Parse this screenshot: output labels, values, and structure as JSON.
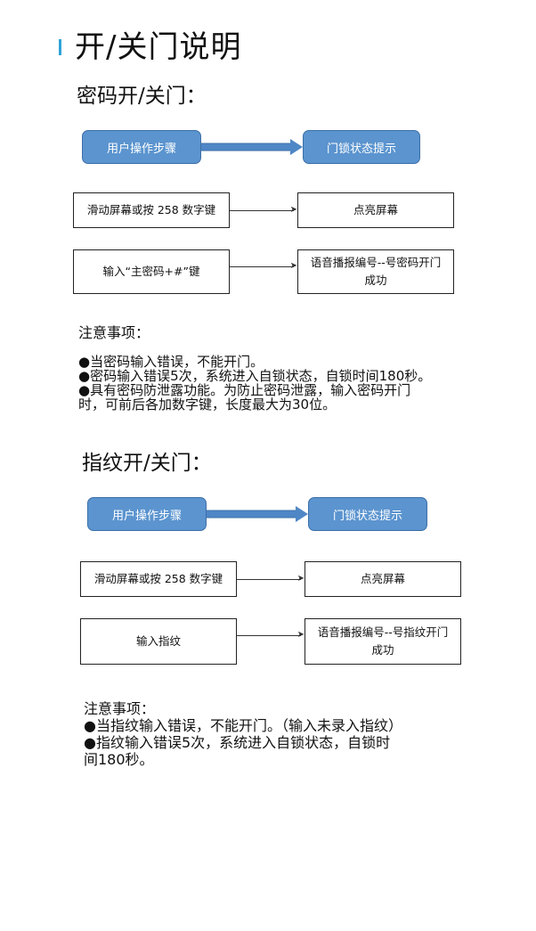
{
  "page": {
    "title": "开/关门说明"
  },
  "password_section": {
    "title": "密码开/关门：",
    "header_left": "用户操作步骤",
    "header_right": "门锁状态提示",
    "rows": [
      {
        "action": "滑动屏幕或按 258 数字键",
        "status": "点亮屏幕"
      },
      {
        "action": "输入“主密码+#”键",
        "status_line1": "语音播报编号--号密码开门",
        "status_line2": "成功"
      }
    ],
    "notes_title": "注意事项：",
    "notes": [
      "●当密码输入错误，不能开门。",
      "●密码输入错误5次，系统进入自锁状态，自锁时间180秒。",
      "●具有密码防泄露功能。为防止密码泄露，输入密码开门",
      "时，可前后各加数字键，长度最大为30位。"
    ]
  },
  "fingerprint_section": {
    "title": "指纹开/关门：",
    "header_left": "用户操作步骤",
    "header_right": "门锁状态提示",
    "rows": [
      {
        "action": "滑动屏幕或按 258 数字键",
        "status": "点亮屏幕"
      },
      {
        "action": "输入指纹",
        "status_line1": "语音播报编号--号指纹开门",
        "status_line2": "成功"
      }
    ],
    "notes_title": "注意事项：",
    "notes": [
      "●当指纹输入错误，不能开门。（输入未录入指纹）",
      "●指纹输入错误5次，系统进入自锁状态，自锁时",
      "间180秒。"
    ]
  }
}
